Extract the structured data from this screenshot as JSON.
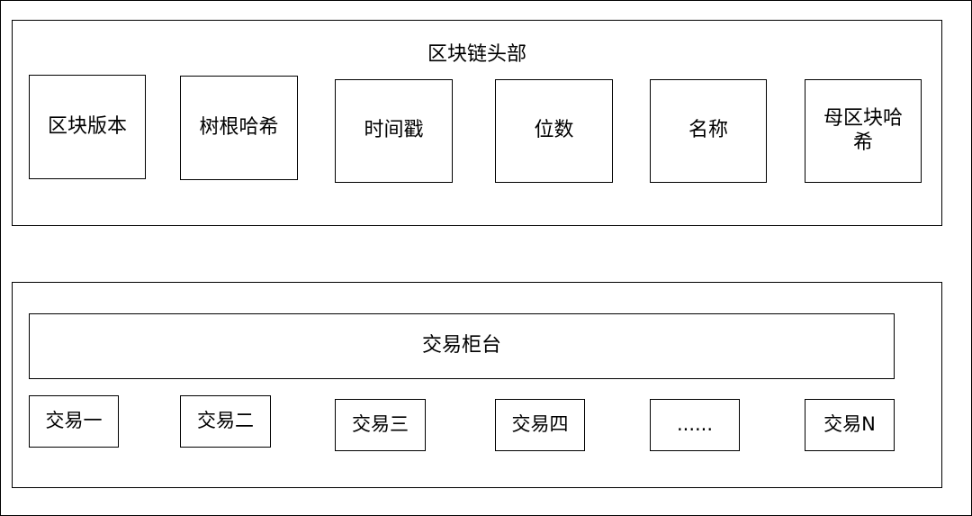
{
  "header_panel": {
    "title": "区块链头部",
    "fields": [
      {
        "label": "区块版本"
      },
      {
        "label": "树根哈希"
      },
      {
        "label": "时间戳"
      },
      {
        "label": "位数"
      },
      {
        "label": "名称"
      },
      {
        "label": "母区块哈希"
      }
    ]
  },
  "transaction_panel": {
    "counter_label": "交易柜台",
    "transactions": [
      {
        "label": "交易一"
      },
      {
        "label": "交易二"
      },
      {
        "label": "交易三"
      },
      {
        "label": "交易四"
      },
      {
        "label": "......"
      },
      {
        "label": "交易N"
      }
    ]
  }
}
